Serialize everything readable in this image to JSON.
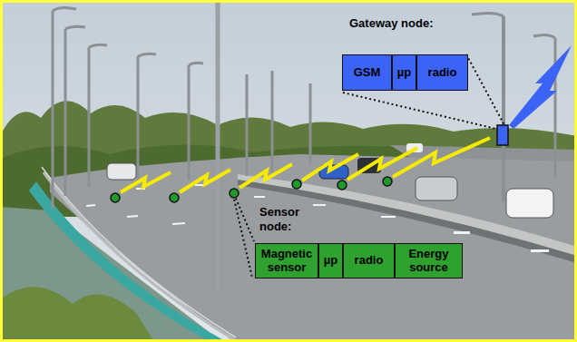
{
  "diagram": {
    "nodes": [
      {
        "text": [
          "Gateway node:"
        ]
      },
      {
        "text": [
          "GSM"
        ],
        "in": 0
      },
      {
        "text": [
          "µp"
        ],
        "in": 0
      },
      {
        "text": [
          "radio"
        ],
        "in": 0
      },
      {
        "text": [
          "Sensor node:"
        ]
      },
      {
        "text": [
          "Magnetic sensor"
        ],
        "in": 4
      },
      {
        "text": [
          "µp"
        ],
        "in": 4
      },
      {
        "text": [
          "radio"
        ],
        "in": 4
      },
      {
        "text": [
          "Energy source"
        ],
        "in": 4
      }
    ]
  }
}
